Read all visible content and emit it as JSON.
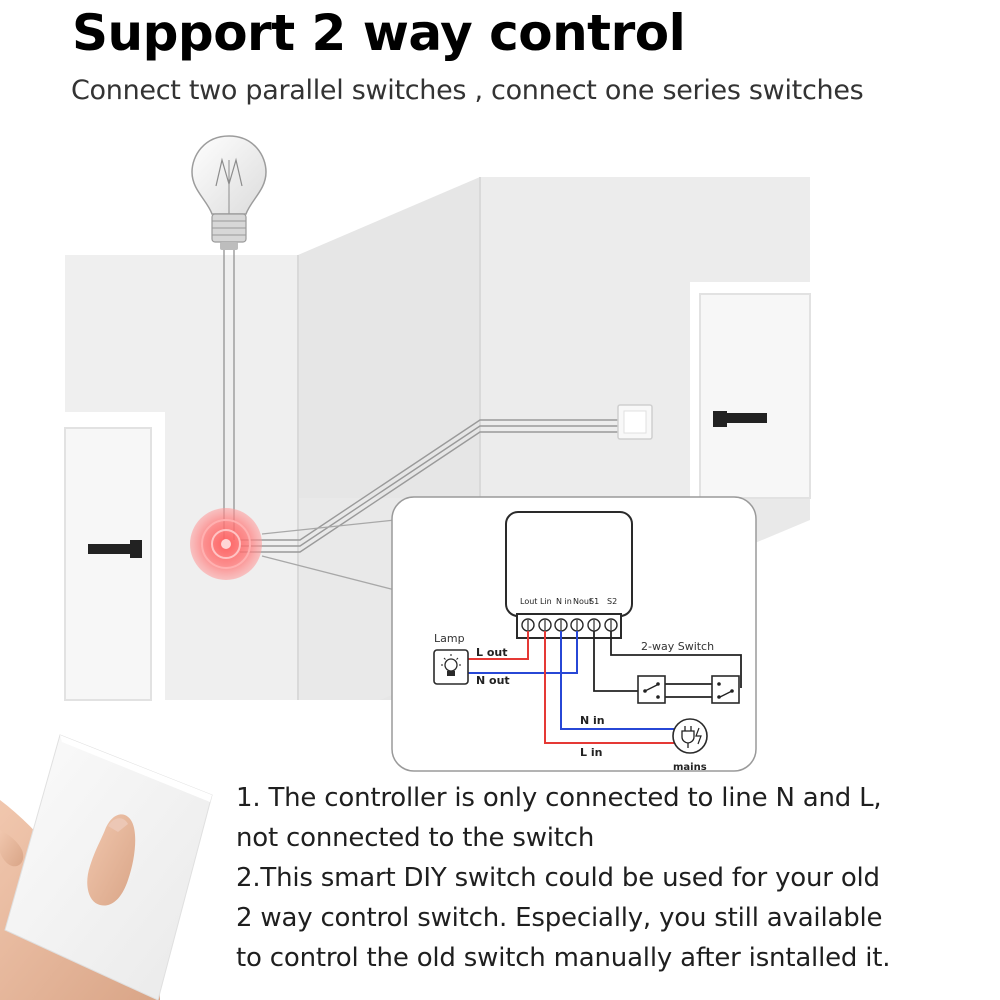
{
  "header": {
    "title": "Support 2 way control",
    "subtitle": "Connect two parallel switches , connect one series switches"
  },
  "wiring": {
    "terminals": [
      "Lout",
      "Lin",
      "N in",
      "Nout",
      "S1",
      "S2"
    ],
    "lamp_label": "Lamp",
    "l_out_label": "L out",
    "n_out_label": "N out",
    "n_in_label": "N in",
    "l_in_label": "L in",
    "switch_label": "2-way Switch",
    "mains_label": "mains",
    "colors": {
      "live": "#e53935",
      "neutral": "#2747d6",
      "signal": "#222222"
    }
  },
  "notes": [
    "1. The controller is only connected to line N and L,",
    "not connected to the switch",
    "2.This smart DIY switch could be used for your old",
    "2 way control switch. Especially, you still available",
    "to control the old switch manually after isntalled it."
  ]
}
